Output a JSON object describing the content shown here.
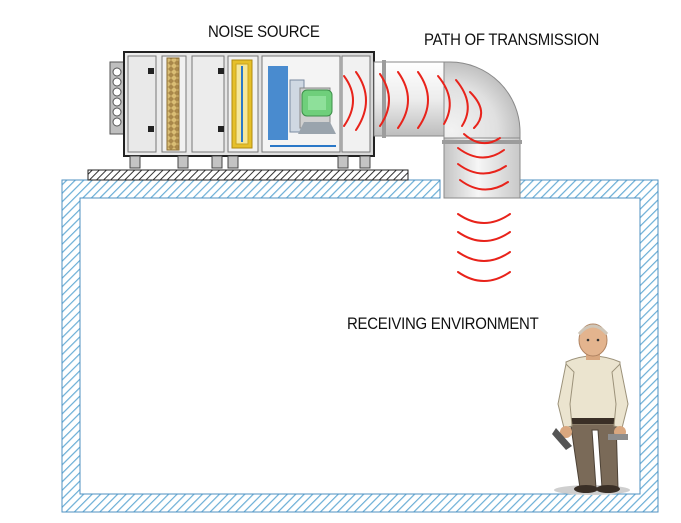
{
  "labels": {
    "noise_source": "NOISE SOURCE",
    "path_of_transmission": "PATH OF TRANSMISSION",
    "receiving_environment": "RECEIVING ENVIRONMENT"
  },
  "colors": {
    "wave": "#e8231b",
    "wall_hatch": "#6aaed6",
    "duct_light": "#f4f4f4",
    "duct_dark": "#b9b9b9",
    "fan_motor": "#6fcf7b",
    "fan_blue": "#2a78c8",
    "filter": "#c8a960",
    "panel_yellow": "#e6c02a"
  },
  "icons": {
    "source": "air-handling-unit-icon",
    "receiver": "person-figure-icon"
  }
}
